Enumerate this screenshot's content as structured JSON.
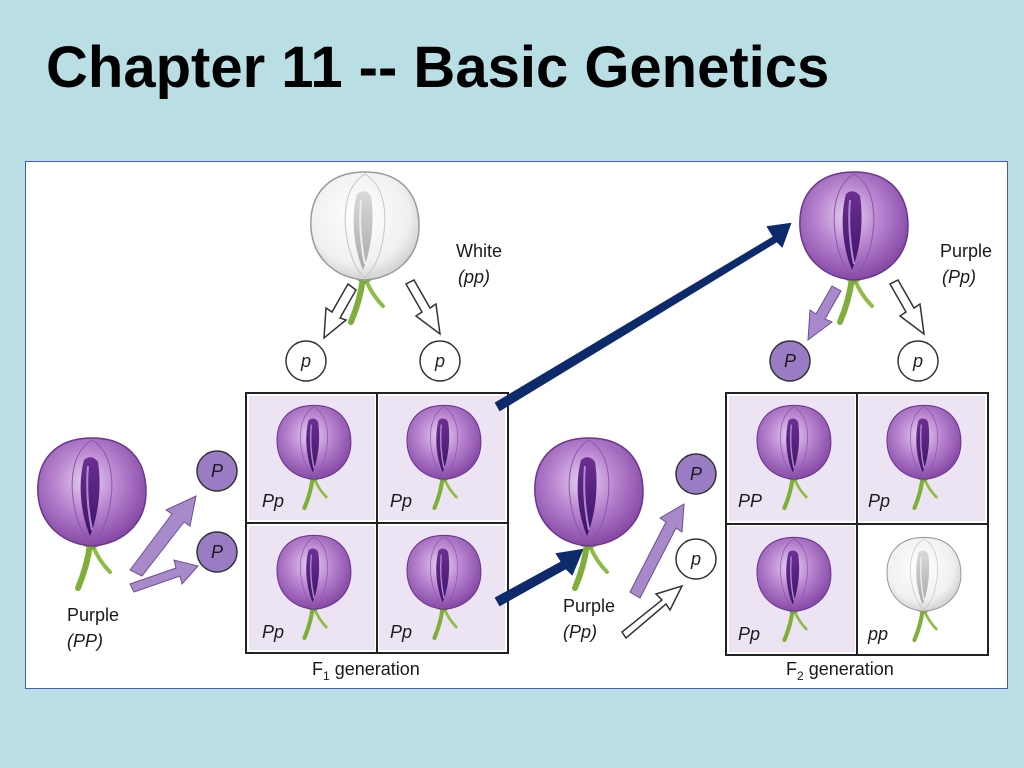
{
  "title": "Chapter 11 -- Basic Genetics",
  "colors": {
    "background": "#b9dfe4",
    "purple_flower": "#9a5bb8",
    "purple_allele": "#9a7cc4",
    "cell_fill": "#ece4f2",
    "arrow_navy": "#0d2a6b"
  },
  "parent_white": {
    "name": "White",
    "genotype": "(pp)",
    "gametes": [
      "p",
      "p"
    ]
  },
  "parent_purple": {
    "name": "Purple",
    "genotype": "(PP)",
    "gametes": [
      "P",
      "P"
    ]
  },
  "f1": {
    "caption_main": "F",
    "caption_sub": "1",
    "caption_rest": " generation",
    "cells": [
      "Pp",
      "Pp",
      "Pp",
      "Pp"
    ]
  },
  "f1_selfed_top": {
    "name": "Purple",
    "genotype": "(Pp)",
    "gametes": [
      "P",
      "p"
    ]
  },
  "f1_selfed_left": {
    "name": "Purple",
    "genotype": "(Pp)",
    "gametes": [
      "P",
      "p"
    ]
  },
  "f2": {
    "caption_main": "F",
    "caption_sub": "2",
    "caption_rest": " generation",
    "cells": [
      "PP",
      "Pp",
      "Pp",
      "pp"
    ]
  }
}
